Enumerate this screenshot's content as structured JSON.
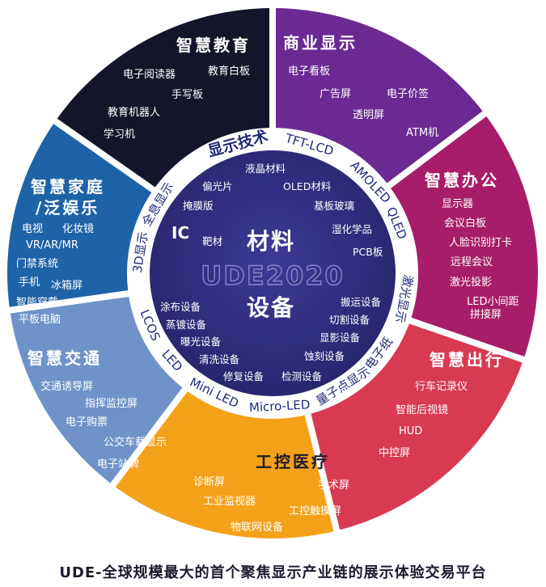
{
  "colors": {
    "edu": "#14142b",
    "commerce": "#6a2a92",
    "office": "#a81d6a",
    "travel": "#d83a52",
    "industrial": "#f4a11a",
    "transport": "#6f93c9",
    "home": "#1e63a8",
    "inner": "#2a2a70",
    "core": "#33308a",
    "ring_text": "#1f2a78"
  },
  "sectors": [
    {
      "key": "edu",
      "title": "智慧教育",
      "items": [
        "电子阅读器",
        "教育白板",
        "手写板",
        "教育机器人",
        "学习机"
      ]
    },
    {
      "key": "commerce",
      "title": "商业显示",
      "items": [
        "电子看板",
        "广告屏",
        "电子价签",
        "透明屏",
        "ATM机"
      ]
    },
    {
      "key": "office",
      "title": "智慧办公",
      "items": [
        "显示器",
        "会议白板",
        "人脸识别打卡",
        "远程会议",
        "激光投影",
        "LED小间距",
        "拼接屏"
      ]
    },
    {
      "key": "travel",
      "title": "智慧出行",
      "items": [
        "行车记录仪",
        "智能后视镜",
        "HUD",
        "中控屏"
      ]
    },
    {
      "key": "industrial",
      "title": "工控医疗",
      "items": [
        "诊断屏",
        "手术屏",
        "工业监视器",
        "工控触摸屏",
        "物联网设备"
      ]
    },
    {
      "key": "transport",
      "title": "智慧交通",
      "items": [
        "交通诱导屏",
        "指挥监控屏",
        "电子购票",
        "公交车载显示",
        "电子站牌"
      ]
    },
    {
      "key": "home",
      "title": "智慧家庭/泛娱乐",
      "title_line1": "智慧家庭",
      "title_line2": "/泛娱乐",
      "items": [
        "电视",
        "化妆镜",
        "VR/AR/MR",
        "门禁系统",
        "手机",
        "冰箱屏",
        "智能穿戴",
        "平板电脑"
      ]
    }
  ],
  "ring": {
    "title": "显示技术",
    "techs": [
      "TFT-LCD",
      "AMOLED",
      "QLED",
      "激光显示",
      "电子纸",
      "量子点显示",
      "Micro-LED",
      "Mini LED",
      "LED",
      "LCOS",
      "3D显示",
      "全息显示"
    ]
  },
  "core": {
    "title_materials": "材料",
    "title_equipment": "设备",
    "ic": "IC",
    "logo": "UDE2020",
    "materials": [
      "液晶材料",
      "偏光片",
      "OLED材料",
      "掩膜版",
      "基板玻璃",
      "湿化学品",
      "靶材",
      "PCB板"
    ],
    "equipment": [
      "涂布设备",
      "搬运设备",
      "蒸镀设备",
      "切割设备",
      "曝光设备",
      "显影设备",
      "清洗设备",
      "蚀刻设备",
      "修复设备",
      "检测设备"
    ]
  },
  "footer": "UDE-全球规模最大的首个聚焦显示产业链的展示体验交易平台"
}
